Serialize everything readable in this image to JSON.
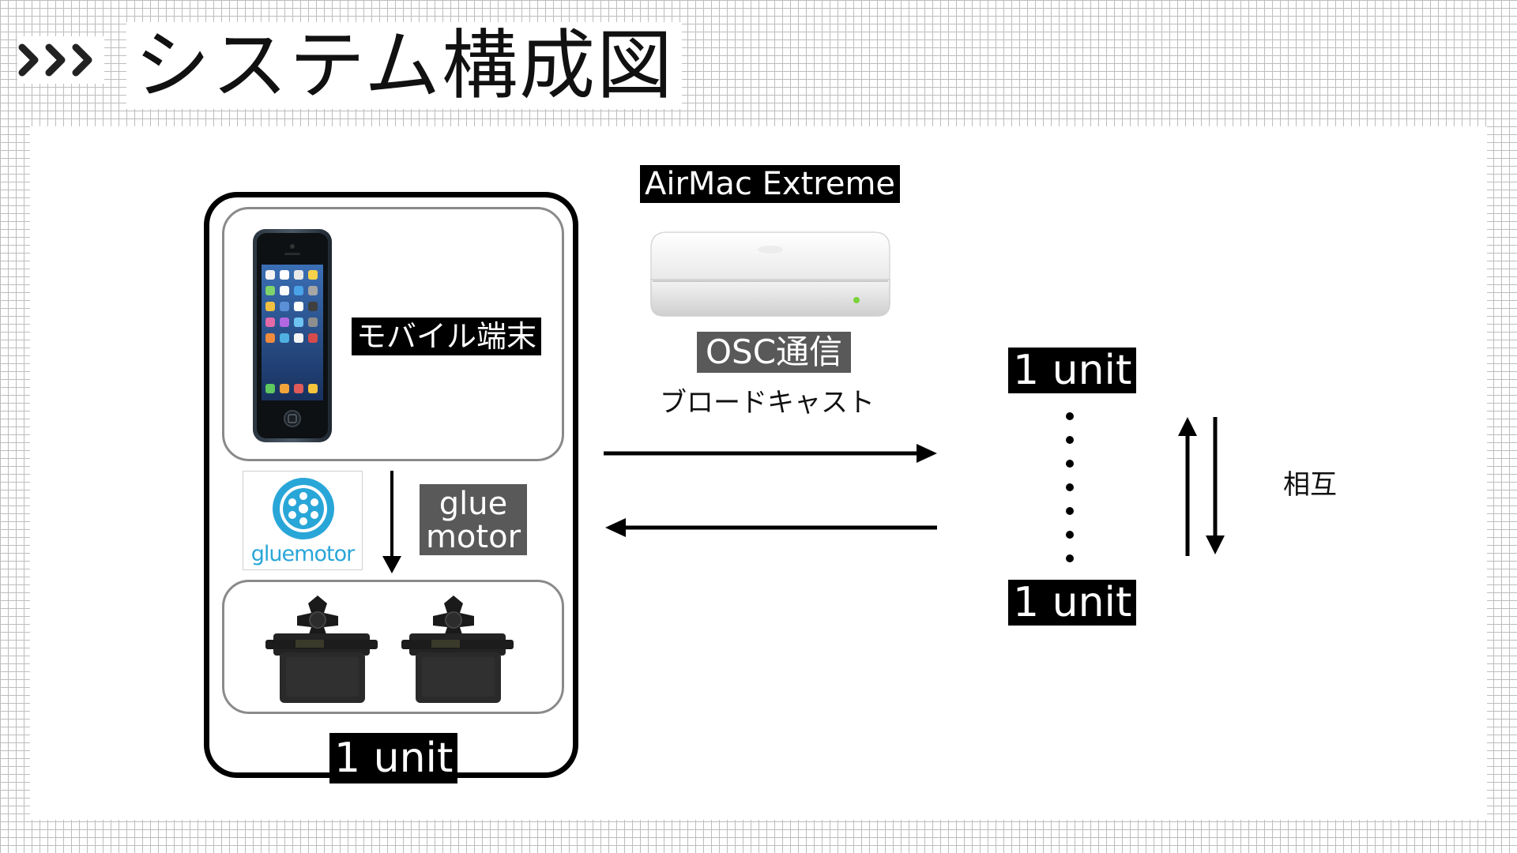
{
  "title": "システム構成図",
  "unit_box": {
    "mobile_label": "モバイル端末",
    "gluemotor_logo_text": "gluemotor",
    "glue_label_line1": "glue",
    "glue_label_line2": "motor",
    "unit_label": "1 unit"
  },
  "network": {
    "router_label": "AirMac Extreme",
    "protocol_label": "OSC通信",
    "mode_label": "ブロードキャスト"
  },
  "remote_units": {
    "top_label": "1 unit",
    "bottom_label": "1 unit",
    "relation_label": "相互"
  },
  "icons": [
    "chevron-triple-icon",
    "ipod-touch-image",
    "gluemotor-logo",
    "servo-motor-image",
    "airmac-extreme-image",
    "arrow-right-icon",
    "arrow-left-icon",
    "arrow-down-icon",
    "arrow-up-icon"
  ]
}
